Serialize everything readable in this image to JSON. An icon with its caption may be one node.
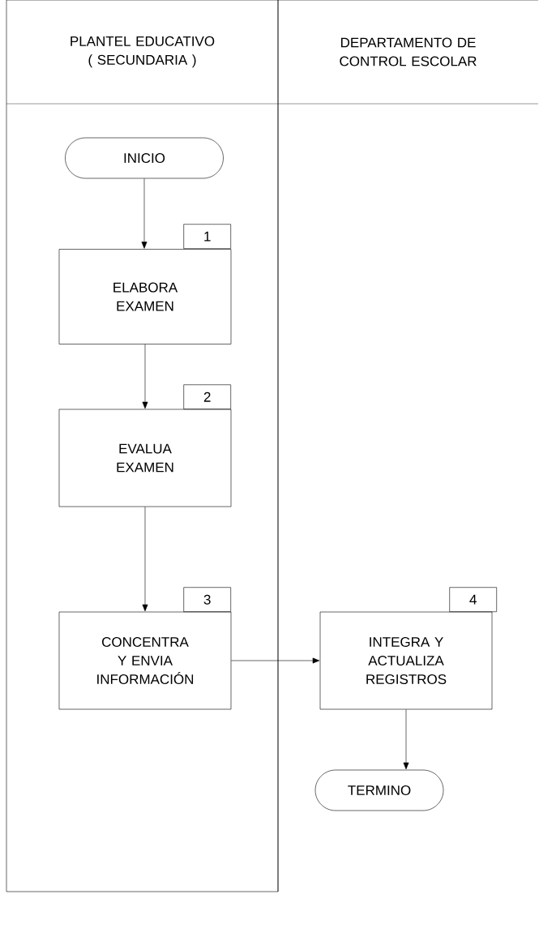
{
  "diagram": {
    "nodes": [
      {
        "text": [
          "PLANTEL EDUCATIVO ( SECUNDARIA )"
        ]
      },
      {
        "text": [
          "DEPARTAMENTO DE CONTROL ESCOLAR"
        ]
      },
      {
        "text": [
          "INICIO"
        ],
        "in": 0
      },
      {
        "text": [
          "ELABORA EXAMEN"
        ],
        "beside": [
          "1"
        ],
        "in": 0
      },
      {
        "text": [
          "EVALUA EXAMEN"
        ],
        "beside": [
          "2"
        ],
        "in": 0
      },
      {
        "text": [
          "CONCENTRA Y ENVIA INFORMACIÓN"
        ],
        "beside": [
          "3"
        ],
        "in": 0
      },
      {
        "text": [
          "INTEGRA Y ACTUALIZA REGISTROS"
        ],
        "beside": [
          "4"
        ],
        "in": 1
      },
      {
        "text": [
          "TERMINO"
        ],
        "in": 1
      }
    ],
    "edges": [
      {
        "from": 2,
        "to": 3,
        "arrow": "to"
      },
      {
        "from": 3,
        "to": 4,
        "arrow": "to"
      },
      {
        "from": 4,
        "to": 5,
        "arrow": "to"
      },
      {
        "from": 5,
        "to": 6,
        "arrow": "to"
      },
      {
        "from": 6,
        "to": 7,
        "arrow": "to"
      }
    ]
  }
}
